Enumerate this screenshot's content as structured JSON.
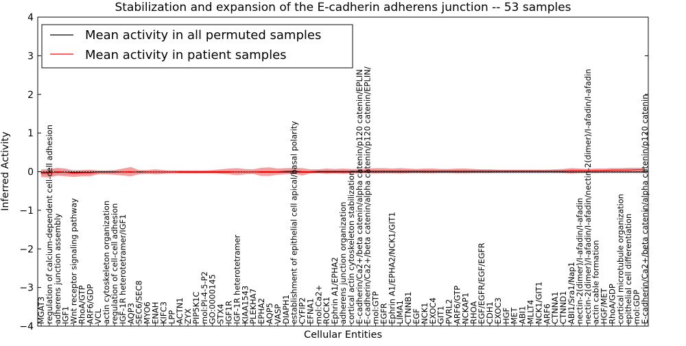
{
  "chart_data": {
    "type": "line",
    "title": "Stabilization and expansion of the E-cadherin adherens junction -- 53 samples",
    "xlabel": "Cellular Entities",
    "ylabel": "Inferred Activity",
    "ylim": [
      -4,
      4
    ],
    "yticks": [
      -4,
      -3,
      -2,
      -1,
      0,
      1,
      2,
      3,
      4
    ],
    "grid": false,
    "legend_position": "top-left",
    "categories": [
      "MGAT3",
      "regulation of calcium-dependent cell-cell adhesion",
      "adherens junction assembly",
      "IGF1",
      "Wnt receptor signaling pathway",
      "RhoA/GTP",
      "ARF6/GDP",
      "VCL",
      "actin cytoskeleton organization",
      "regulation of cell-cell adhesion",
      "IGF-1R heterotetramer/IGF1",
      "AQP3",
      "SEC6/SEC8",
      "MYO6",
      "ENAH",
      "KIFC3",
      "LPP",
      "ACTN1",
      "ZYX",
      "PIP5K1C",
      "mol:PI-4-5-P2",
      "GO:0000145",
      "STX4",
      "IGF1R",
      "IGF-1R heterotetramer",
      "KIAA1543",
      "PLEKHA7",
      "EPHA2",
      "AQP5",
      "VASP",
      "DIAPH1",
      "establishment of epithelial cell apical/basal polarity",
      "CYFIP2",
      "EFNA1",
      "mol:Ca2+",
      "ROCK1",
      "Ephrin A1/EPHA2",
      "adherens junction organization",
      "cortical actin cytoskeleton stabilization",
      "E-cadherin/Ca2+/beta catenin/alpha catenin/p120 catenin/EPLIN",
      "E-cadherin/Ca2+/beta catenin/alpha catenin/p120 catenin/EPLIN/",
      "mol:GTP",
      "EGFR",
      "Ephrin A1/EPHA2/NCK1/GIT1",
      "LIMA1",
      "CTNNB1",
      "EGF",
      "NCK1",
      "EXOC4",
      "GIT1",
      "PVRL2",
      "ARF6/GTP",
      "NCKAP1",
      "RHOA",
      "EGF/EGFR/EGF/EGFR",
      "CDH1",
      "EXOC3",
      "HGF",
      "MET",
      "ABI1",
      "MLLT4",
      "NCK1/GIT1",
      "ARF6",
      "CTNNA1",
      "CTNND1",
      "ABI1/Sra1/Nap1",
      "nectin-2(dimer)/I-afadin/I-afadin",
      "nectin-2(dimer)/I-afadin/I-afadin/nectin-2(dimer)/I-afadin/I-afadin",
      "actin cable formation",
      "HGF/MET",
      "RhoA/GDP",
      "cortical microtubule organization",
      "epithelial cell differentiation",
      "mol:GDP",
      "E-cadherin/Ca2+/beta catenin/alpha catenin/p120 catenin"
    ],
    "series": [
      {
        "name": "Mean activity in all permuted samples",
        "color": "#000000",
        "band_color": "#c8c8c8",
        "values": [
          -0.02,
          -0.02,
          -0.02,
          -0.02,
          -0.02,
          -0.02,
          -0.02,
          -0.01,
          -0.01,
          -0.01,
          -0.01,
          -0.01,
          -0.01,
          -0.01,
          -0.01,
          -0.01,
          -0.01,
          -0.01,
          -0.01,
          -0.01,
          -0.01,
          -0.01,
          -0.01,
          -0.01,
          -0.01,
          -0.01,
          -0.01,
          -0.01,
          -0.01,
          -0.01,
          -0.01,
          -0.01,
          -0.01,
          -0.01,
          -0.01,
          -0.01,
          -0.01,
          -0.01,
          -0.01,
          -0.01,
          -0.01,
          -0.01,
          -0.01,
          -0.01,
          -0.01,
          -0.01,
          -0.01,
          -0.01,
          -0.01,
          -0.01,
          -0.01,
          -0.01,
          -0.01,
          -0.01,
          -0.01,
          -0.01,
          -0.01,
          -0.01,
          -0.01,
          -0.01,
          -0.01,
          -0.01,
          -0.01,
          -0.01,
          -0.01,
          -0.01,
          -0.01,
          -0.01,
          -0.01,
          -0.01,
          -0.01,
          -0.01,
          -0.01,
          -0.01,
          -0.01
        ],
        "lower": [
          -0.1,
          -0.12,
          -0.1,
          -0.09,
          -0.09,
          -0.08,
          -0.08,
          -0.06,
          -0.06,
          -0.06,
          -0.06,
          -0.06,
          -0.05,
          -0.05,
          -0.05,
          -0.05,
          -0.05,
          -0.05,
          -0.05,
          -0.05,
          -0.05,
          -0.05,
          -0.05,
          -0.05,
          -0.05,
          -0.05,
          -0.05,
          -0.05,
          -0.05,
          -0.05,
          -0.05,
          -0.05,
          -0.05,
          -0.05,
          -0.05,
          -0.05,
          -0.05,
          -0.05,
          -0.05,
          -0.05,
          -0.05,
          -0.05,
          -0.05,
          -0.05,
          -0.05,
          -0.05,
          -0.05,
          -0.05,
          -0.05,
          -0.05,
          -0.05,
          -0.05,
          -0.05,
          -0.05,
          -0.05,
          -0.05,
          -0.05,
          -0.05,
          -0.05,
          -0.05,
          -0.05,
          -0.05,
          -0.05,
          -0.05,
          -0.05,
          -0.05,
          -0.05,
          -0.05,
          -0.05,
          -0.05,
          -0.05,
          -0.05,
          -0.05,
          -0.05,
          -0.05
        ],
        "upper": [
          0.06,
          0.08,
          0.06,
          0.05,
          0.05,
          0.04,
          0.04,
          0.03,
          0.03,
          0.03,
          0.03,
          0.03,
          0.03,
          0.03,
          0.03,
          0.03,
          0.03,
          0.03,
          0.03,
          0.03,
          0.03,
          0.03,
          0.03,
          0.03,
          0.03,
          0.03,
          0.03,
          0.03,
          0.03,
          0.03,
          0.03,
          0.03,
          0.03,
          0.03,
          0.03,
          0.03,
          0.03,
          0.03,
          0.03,
          0.03,
          0.03,
          0.03,
          0.03,
          0.03,
          0.03,
          0.03,
          0.03,
          0.03,
          0.03,
          0.03,
          0.03,
          0.03,
          0.03,
          0.03,
          0.03,
          0.03,
          0.03,
          0.03,
          0.03,
          0.03,
          0.03,
          0.03,
          0.03,
          0.03,
          0.03,
          0.03,
          0.03,
          0.03,
          0.03,
          0.03,
          0.03,
          0.03,
          0.03,
          0.03,
          0.03
        ]
      },
      {
        "name": "Mean activity in patient samples",
        "color": "#ff0000",
        "band_color": "#f08080",
        "values": [
          -0.05,
          -0.04,
          0.0,
          -0.02,
          -0.04,
          -0.03,
          -0.03,
          -0.02,
          -0.02,
          -0.02,
          -0.01,
          0.0,
          -0.02,
          -0.01,
          -0.01,
          -0.01,
          -0.01,
          0.0,
          0.0,
          0.0,
          0.0,
          0.0,
          0.0,
          0.0,
          -0.01,
          -0.01,
          -0.01,
          0.0,
          0.0,
          0.0,
          0.01,
          0.02,
          0.0,
          0.0,
          0.01,
          0.01,
          0.01,
          0.01,
          0.01,
          0.02,
          0.02,
          0.02,
          0.02,
          0.02,
          0.02,
          0.02,
          0.02,
          0.02,
          0.02,
          0.02,
          0.02,
          0.02,
          0.02,
          0.02,
          0.02,
          0.02,
          0.02,
          0.02,
          0.02,
          0.02,
          0.02,
          0.02,
          0.02,
          0.02,
          0.02,
          0.03,
          0.03,
          0.03,
          0.03,
          0.03,
          0.04,
          0.04,
          0.04,
          0.05,
          0.05
        ],
        "lower": [
          -0.14,
          -0.15,
          -0.1,
          -0.12,
          -0.14,
          -0.12,
          -0.12,
          -0.07,
          -0.07,
          -0.08,
          -0.1,
          -0.12,
          -0.07,
          -0.06,
          -0.07,
          -0.06,
          -0.05,
          -0.05,
          -0.05,
          -0.05,
          -0.05,
          -0.05,
          -0.06,
          -0.07,
          -0.09,
          -0.07,
          -0.06,
          -0.11,
          -0.11,
          -0.08,
          -0.07,
          -0.06,
          -0.1,
          -0.05,
          -0.04,
          -0.06,
          -0.05,
          -0.06,
          -0.05,
          -0.04,
          -0.04,
          -0.05,
          -0.04,
          -0.04,
          -0.05,
          -0.04,
          -0.03,
          -0.04,
          -0.04,
          -0.03,
          -0.03,
          -0.04,
          -0.04,
          -0.03,
          -0.03,
          -0.03,
          -0.02,
          -0.02,
          -0.02,
          -0.02,
          -0.02,
          -0.02,
          -0.02,
          -0.02,
          -0.03,
          -0.05,
          -0.03,
          -0.03,
          -0.03,
          -0.02,
          -0.02,
          -0.01,
          -0.01,
          -0.01,
          -0.01
        ],
        "upper": [
          0.05,
          0.06,
          0.1,
          0.08,
          0.02,
          0.04,
          0.05,
          0.03,
          0.03,
          0.04,
          0.08,
          0.12,
          0.04,
          0.04,
          0.06,
          0.04,
          0.03,
          0.03,
          0.03,
          0.03,
          0.03,
          0.04,
          0.06,
          0.08,
          0.09,
          0.07,
          0.06,
          0.1,
          0.11,
          0.08,
          0.09,
          0.1,
          0.09,
          0.06,
          0.06,
          0.08,
          0.07,
          0.08,
          0.07,
          0.07,
          0.08,
          0.09,
          0.09,
          0.08,
          0.09,
          0.08,
          0.07,
          0.08,
          0.08,
          0.07,
          0.07,
          0.08,
          0.08,
          0.07,
          0.06,
          0.06,
          0.05,
          0.05,
          0.05,
          0.05,
          0.05,
          0.05,
          0.05,
          0.06,
          0.07,
          0.09,
          0.08,
          0.07,
          0.08,
          0.08,
          0.09,
          0.09,
          0.1,
          0.1,
          0.1
        ]
      }
    ]
  }
}
